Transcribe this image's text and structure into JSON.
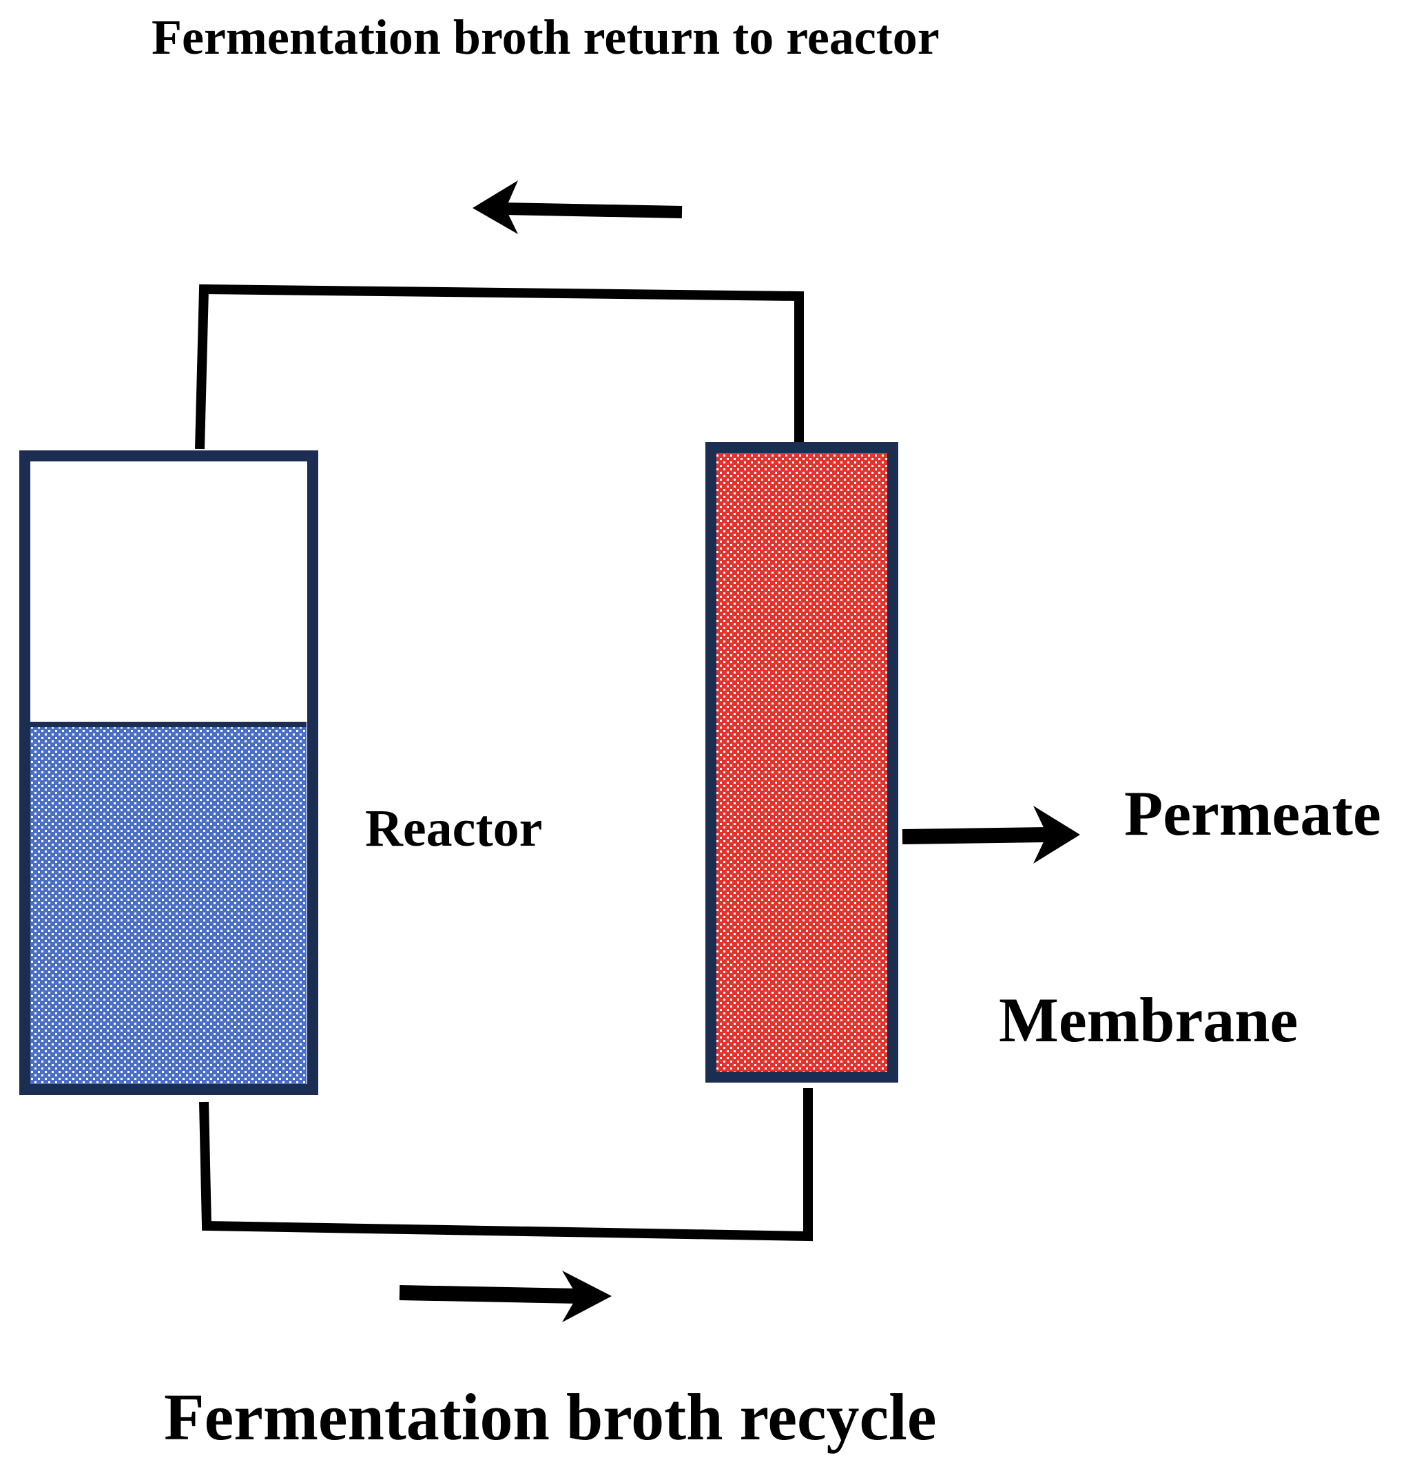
{
  "labels": {
    "top": "Fermentation broth return to reactor",
    "bottom": "Fermentation broth recycle",
    "reactor": "Reactor",
    "membrane": "Membrane",
    "permeate": "Permeate"
  },
  "colors": {
    "vessel_outline": "#1c2d52",
    "reactor_liquid": "#4a6fc4",
    "membrane_fill": "#e2332d",
    "pipe": "#000000",
    "arrow": "#000000",
    "background": "#ffffff"
  }
}
